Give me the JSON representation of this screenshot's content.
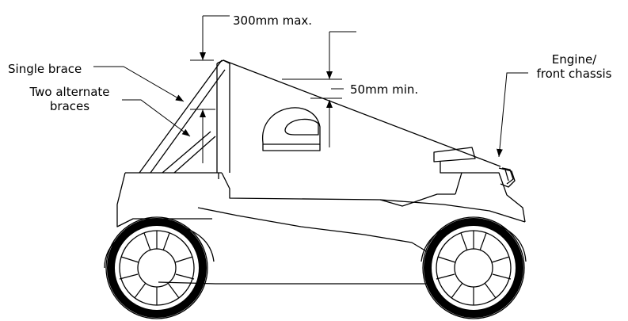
{
  "labels": {
    "rollbar_height": "300mm max.",
    "helmet_clearance": "50mm min.",
    "single_brace": "Single brace",
    "two_alternate_line1": "Two alternate",
    "two_alternate_line2": "braces",
    "engine_line1": "Engine/",
    "engine_line2": "front chassis"
  },
  "colors": {
    "ink": "#000000",
    "paper": "#ffffff"
  }
}
